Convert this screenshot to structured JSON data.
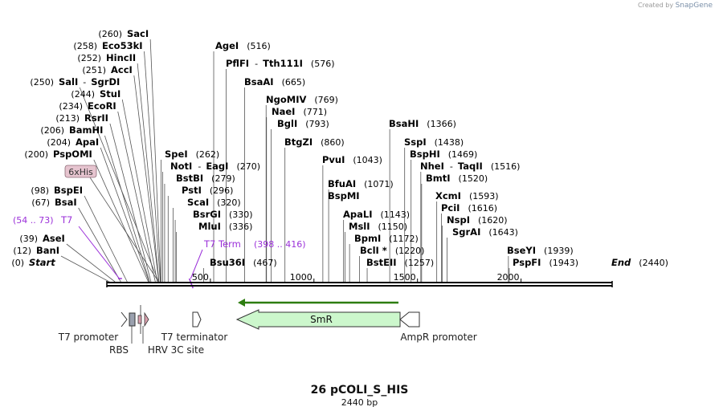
{
  "credit": "Created by",
  "credit_brand": "SnapGene",
  "plasmid_name": "26 pCOLI_S_HIS",
  "plasmid_size": "2440 bp",
  "sequence_length": 2440,
  "ruler": [
    "500",
    "1000",
    "1500",
    "2000"
  ],
  "sites": [
    {
      "name": "SacI",
      "pos": "(260)"
    },
    {
      "name": "Eco53kI",
      "pos": "(258)"
    },
    {
      "name": "HincII",
      "pos": "(252)"
    },
    {
      "name": "AccI",
      "pos": "(251)"
    },
    {
      "name": "SalI",
      "second": "SgrDI",
      "pos": "(250)"
    },
    {
      "name": "StuI",
      "pos": "(244)"
    },
    {
      "name": "EcoRI",
      "pos": "(234)"
    },
    {
      "name": "RsrII",
      "pos": "(213)"
    },
    {
      "name": "BamHI",
      "pos": "(206)"
    },
    {
      "name": "ApaI",
      "pos": "(204)"
    },
    {
      "name": "PspOMI",
      "pos": "(200)"
    },
    {
      "name": "BspEI",
      "pos": "(98)"
    },
    {
      "name": "BsaI",
      "pos": "(67)"
    },
    {
      "name": "AseI",
      "pos": "(39)"
    },
    {
      "name": "BanI",
      "pos": "(12)"
    },
    {
      "name": "Start",
      "pos": "(0)",
      "italic": true
    },
    {
      "name": "AgeI",
      "pos": "(516)"
    },
    {
      "name": "PflFI",
      "second": "Tth111I",
      "pos": "(576)"
    },
    {
      "name": "BsaAI",
      "pos": "(665)"
    },
    {
      "name": "NgoMIV",
      "pos": "(769)"
    },
    {
      "name": "NaeI",
      "pos": "(771)"
    },
    {
      "name": "BglI",
      "pos": "(793)"
    },
    {
      "name": "BtgZI",
      "pos": "(860)"
    },
    {
      "name": "SpeI",
      "pos": "(262)"
    },
    {
      "name": "NotI",
      "second": "EagI",
      "pos": "(270)"
    },
    {
      "name": "BstBI",
      "pos": "(279)"
    },
    {
      "name": "PstI",
      "pos": "(296)"
    },
    {
      "name": "ScaI",
      "pos": "(320)"
    },
    {
      "name": "BsrGI",
      "pos": "(330)"
    },
    {
      "name": "MluI",
      "pos": "(336)"
    },
    {
      "name": "Bsu36I",
      "pos": "(467)"
    },
    {
      "name": "PvuI",
      "pos": "(1043)"
    },
    {
      "name": "BfuAI",
      "pos": "(1071)"
    },
    {
      "name": "BspMI",
      "pos": ""
    },
    {
      "name": "ApaLI",
      "pos": "(1143)"
    },
    {
      "name": "MslI",
      "pos": "(1150)"
    },
    {
      "name": "BpmI",
      "pos": "(1172)"
    },
    {
      "name": "BclI *",
      "pos": "(1220)"
    },
    {
      "name": "BstEII",
      "pos": "(1257)"
    },
    {
      "name": "BsaHI",
      "pos": "(1366)"
    },
    {
      "name": "SspI",
      "pos": "(1438)"
    },
    {
      "name": "BspHI",
      "pos": "(1469)"
    },
    {
      "name": "NheI",
      "second": "TaqII",
      "pos": "(1516)"
    },
    {
      "name": "BmtI",
      "pos": "(1520)"
    },
    {
      "name": "XcmI",
      "pos": "(1593)"
    },
    {
      "name": "PciI",
      "pos": "(1616)"
    },
    {
      "name": "NspI",
      "pos": "(1620)"
    },
    {
      "name": "SgrAI",
      "pos": "(1643)"
    },
    {
      "name": "BseYI",
      "pos": "(1939)"
    },
    {
      "name": "PspFI",
      "pos": "(1943)"
    },
    {
      "name": "End",
      "pos": "(2440)",
      "italic": true
    }
  ],
  "purple_labels": [
    {
      "name": "6xHis",
      "pos": ""
    },
    {
      "name": "T7",
      "pos": "(54 .. 73)"
    },
    {
      "name": "T7 Term",
      "pos": "(398 .. 416)"
    }
  ],
  "features": [
    {
      "name": "T7 promoter"
    },
    {
      "name": "RBS"
    },
    {
      "name": "HRV 3C site"
    },
    {
      "name": "T7 terminator"
    },
    {
      "name": "SmR"
    },
    {
      "name": "AmpR promoter"
    }
  ],
  "colors": {
    "label_purple": "#9b30d9",
    "his_box": "#e6c4cf",
    "smr_fill": "#ccf7cc",
    "rbs_fill": "#9aa0ae",
    "hrv_fill": "#d9a0ad",
    "orf_arrow": "#2e7d10"
  }
}
